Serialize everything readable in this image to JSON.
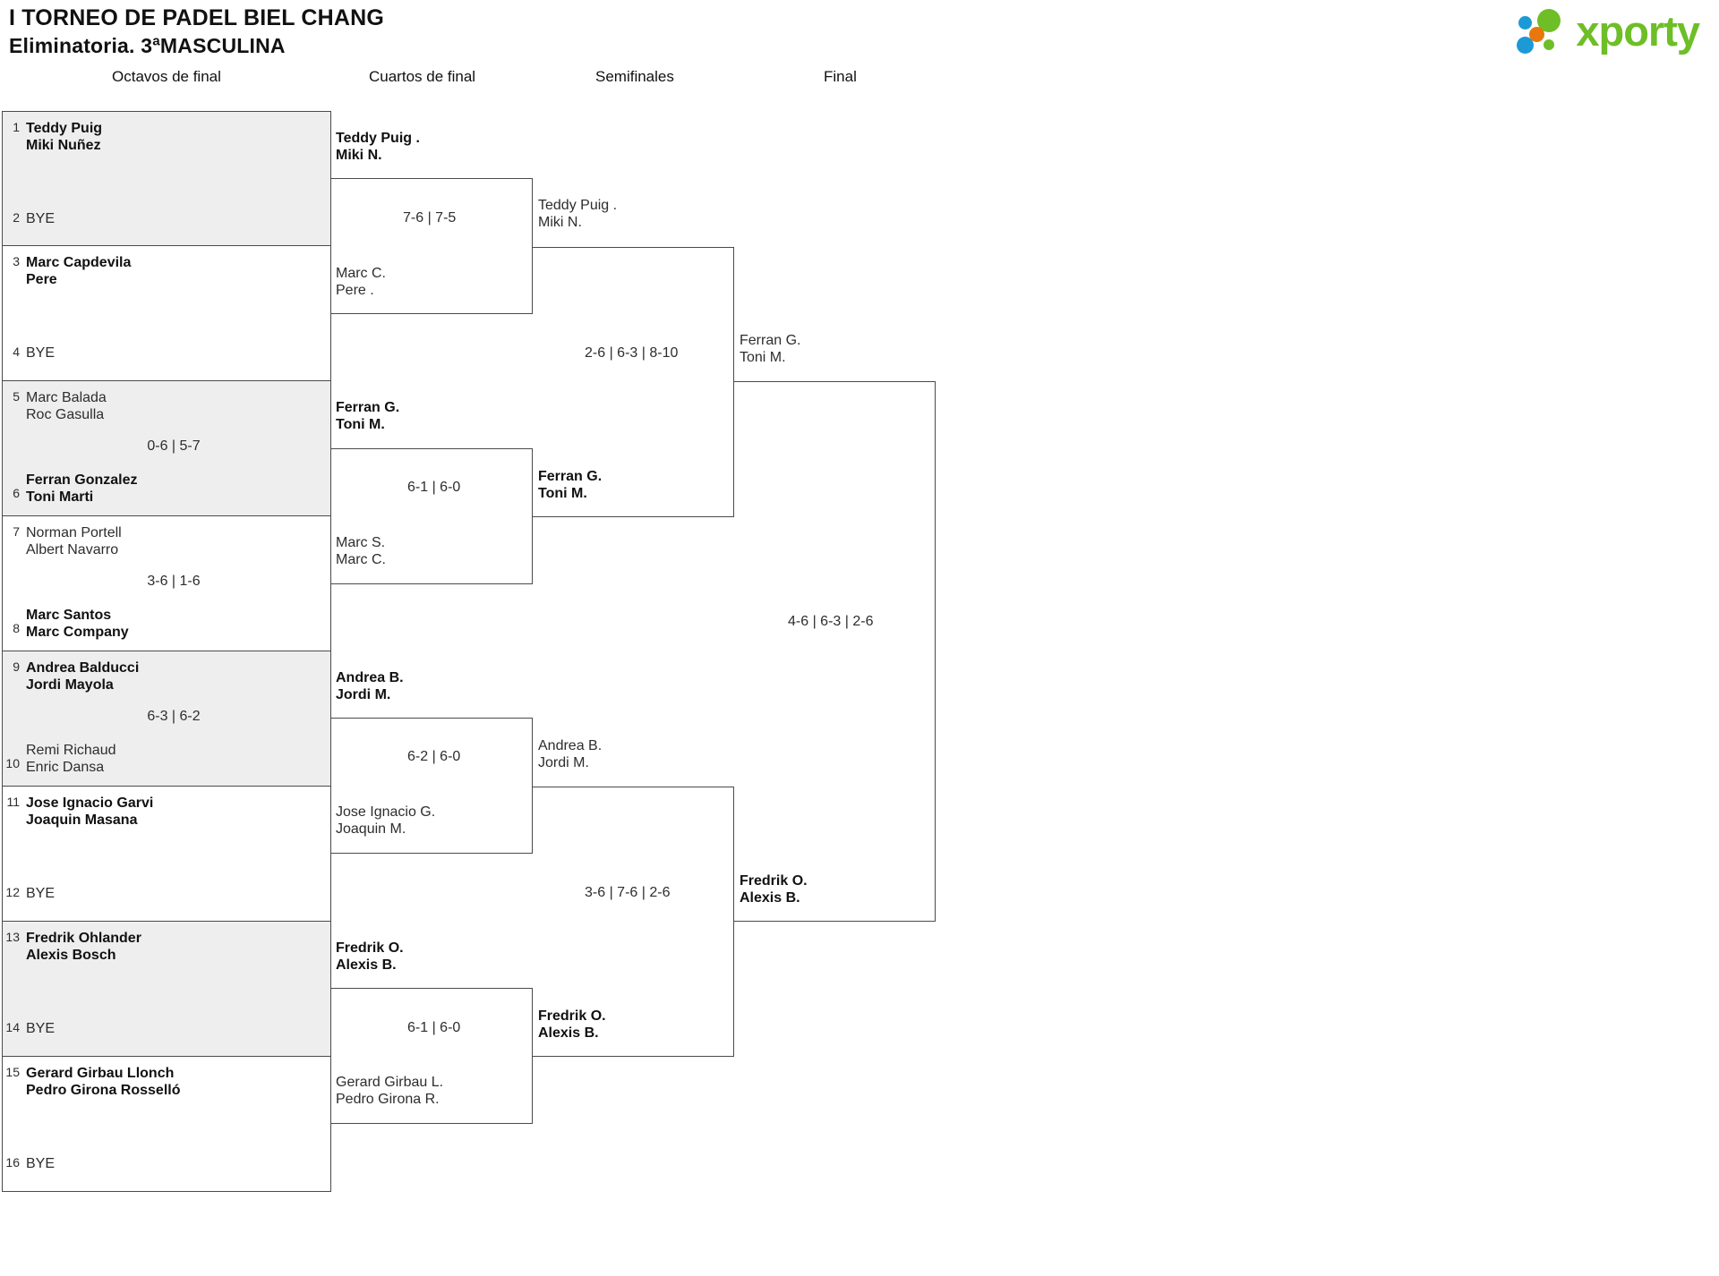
{
  "header": {
    "title_line1": "I TORNEO DE PADEL BIEL CHANG",
    "title_line2": "Eliminatoria. 3ªMASCULINA",
    "logo_word": "xporty"
  },
  "rounds": [
    {
      "label": "Octavos de final"
    },
    {
      "label": "Cuartos de final"
    },
    {
      "label": "Semifinales"
    },
    {
      "label": "Final"
    }
  ],
  "round1": {
    "matches": [
      {
        "score": "",
        "top": {
          "seed": "1",
          "p1": "Teddy Puig",
          "p2": "Miki Nuñez",
          "winner": true
        },
        "bottom": {
          "seed": "2",
          "p1": "BYE",
          "p2": "",
          "winner": false
        }
      },
      {
        "score": "",
        "top": {
          "seed": "3",
          "p1": "Marc Capdevila",
          "p2": "Pere",
          "winner": true
        },
        "bottom": {
          "seed": "4",
          "p1": "BYE",
          "p2": "",
          "winner": false
        }
      },
      {
        "score": "0-6 | 5-7",
        "top": {
          "seed": "5",
          "p1": "Marc Balada",
          "p2": "Roc Gasulla",
          "winner": false
        },
        "bottom": {
          "seed": "6",
          "p1": "Ferran Gonzalez",
          "p2": "Toni Marti",
          "winner": true
        }
      },
      {
        "score": "3-6 | 1-6",
        "top": {
          "seed": "7",
          "p1": "Norman Portell",
          "p2": "Albert Navarro",
          "winner": false
        },
        "bottom": {
          "seed": "8",
          "p1": "Marc Santos",
          "p2": "Marc Company",
          "winner": true
        }
      },
      {
        "score": "6-3 | 6-2",
        "top": {
          "seed": "9",
          "p1": "Andrea Balducci",
          "p2": "Jordi Mayola",
          "winner": true
        },
        "bottom": {
          "seed": "10",
          "p1": "Remi Richaud",
          "p2": "Enric Dansa",
          "winner": false
        }
      },
      {
        "score": "",
        "top": {
          "seed": "11",
          "p1": "Jose Ignacio Garvi",
          "p2": "Joaquin Masana",
          "winner": true
        },
        "bottom": {
          "seed": "12",
          "p1": "BYE",
          "p2": "",
          "winner": false
        }
      },
      {
        "score": "",
        "top": {
          "seed": "13",
          "p1": "Fredrik Ohlander",
          "p2": "Alexis Bosch",
          "winner": true
        },
        "bottom": {
          "seed": "14",
          "p1": "BYE",
          "p2": "",
          "winner": false
        }
      },
      {
        "score": "",
        "top": {
          "seed": "15",
          "p1": "Gerard Girbau Llonch",
          "p2": "Pedro Girona Rosselló",
          "winner": true
        },
        "bottom": {
          "seed": "16",
          "p1": "BYE",
          "p2": "",
          "winner": false
        }
      }
    ]
  },
  "round2": {
    "matches": [
      {
        "score": "7-6 | 7-5",
        "top": {
          "p1": "Teddy Puig .",
          "p2": "Miki N.",
          "winner": true
        },
        "bottom": {
          "p1": "Marc C.",
          "p2": "Pere .",
          "winner": false
        }
      },
      {
        "score": "6-1 | 6-0",
        "top": {
          "p1": "Ferran G.",
          "p2": "Toni M.",
          "winner": true
        },
        "bottom": {
          "p1": "Marc S.",
          "p2": "Marc C.",
          "winner": false
        }
      },
      {
        "score": "6-2 | 6-0",
        "top": {
          "p1": "Andrea B.",
          "p2": "Jordi M.",
          "winner": true
        },
        "bottom": {
          "p1": "Jose Ignacio G.",
          "p2": "Joaquin M.",
          "winner": false
        }
      },
      {
        "score": "6-1 | 6-0",
        "top": {
          "p1": "Fredrik O.",
          "p2": "Alexis B.",
          "winner": true
        },
        "bottom": {
          "p1": "Gerard Girbau L.",
          "p2": "Pedro Girona R.",
          "winner": false
        }
      }
    ]
  },
  "round3": {
    "matches": [
      {
        "score": "2-6 | 6-3 | 8-10",
        "top": {
          "p1": "Teddy Puig .",
          "p2": "Miki N.",
          "winner": false
        },
        "bottom": {
          "p1": "Ferran G.",
          "p2": "Toni M.",
          "winner": true
        }
      },
      {
        "score": "3-6 | 7-6 | 2-6",
        "top": {
          "p1": "Andrea B.",
          "p2": "Jordi M.",
          "winner": false
        },
        "bottom": {
          "p1": "Fredrik O.",
          "p2": "Alexis B.",
          "winner": true
        }
      }
    ]
  },
  "round4": {
    "matches": [
      {
        "score": "4-6 | 6-3 | 2-6",
        "top": {
          "p1": "Ferran G.",
          "p2": "Toni M.",
          "winner": false
        },
        "bottom": {
          "p1": "Fredrik O.",
          "p2": "Alexis B.",
          "winner": true
        }
      }
    ]
  }
}
